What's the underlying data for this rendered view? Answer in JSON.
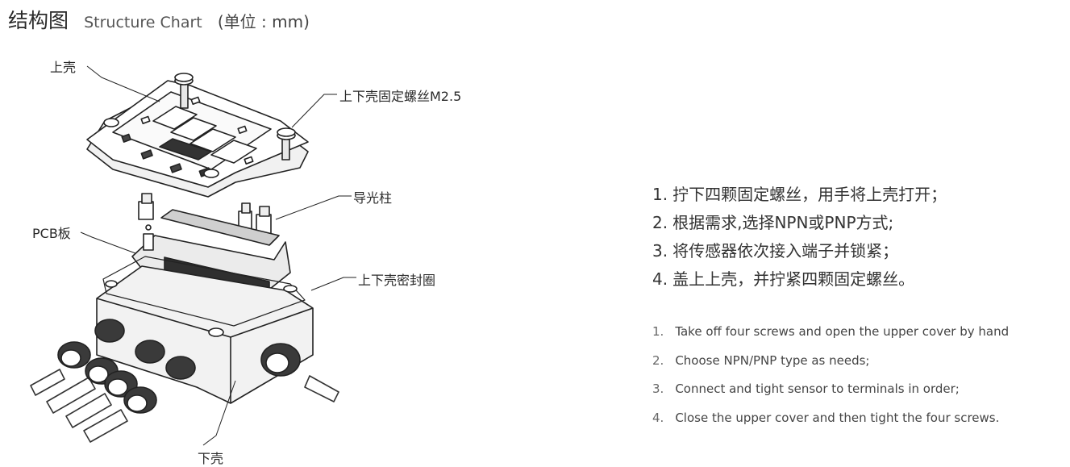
{
  "header": {
    "title_cn": "结构图",
    "title_en": "Structure Chart",
    "unit": "(单位 : mm)"
  },
  "callouts": {
    "upper_cover": "上壳",
    "screws": "上下壳固定螺丝M2.5",
    "light_guide": "导光柱",
    "pcb": "PCB板",
    "seal_ring": "上下壳密封圈",
    "lower_cover": "下壳"
  },
  "steps_cn": [
    {
      "num": "1.",
      "text": "拧下四颗固定螺丝，用手将上壳打开；"
    },
    {
      "num": "2.",
      "text": "根据需求,选择NPN或PNP方式;"
    },
    {
      "num": "3.",
      "text": "将传感器依次接入端子并锁紧；"
    },
    {
      "num": "4.",
      "text": "盖上上壳，并拧紧四颗固定螺丝。"
    }
  ],
  "steps_en": [
    {
      "num": "1.",
      "text": "Take off four screws and open the upper cover by hand"
    },
    {
      "num": "2.",
      "text": "Choose NPN/PNP type as needs;"
    },
    {
      "num": "3.",
      "text": "Connect and tight sensor to terminals in order;"
    },
    {
      "num": "4.",
      "text": "Close the upper cover and then tight the four screws."
    }
  ]
}
